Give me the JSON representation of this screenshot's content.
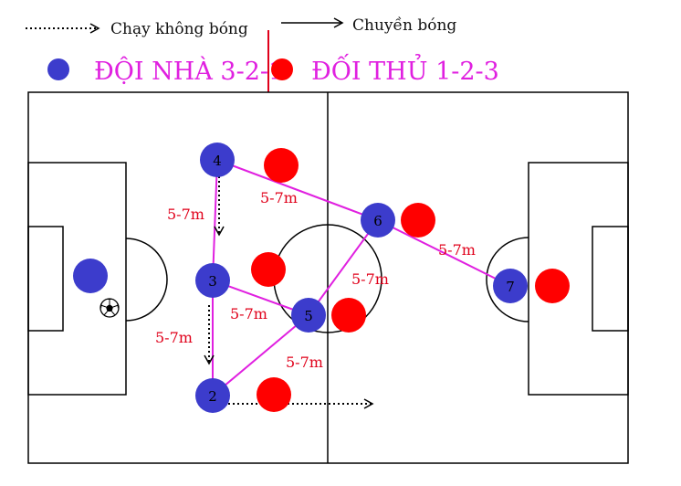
{
  "legend": {
    "run_label": "Chạy không bóng",
    "pass_label": "Chuyền bóng"
  },
  "teams": {
    "home_label": "ĐỘI NHÀ 3-2-1",
    "away_label": "ĐỐI THỦ 1-2-3",
    "home_color": "#3c3ccc",
    "away_color": "#ff0000",
    "pass_color": "#e020e0",
    "distance_color": "#e0001a"
  },
  "players": {
    "p4": "4",
    "p3": "3",
    "p2": "2",
    "p5": "5",
    "p6": "6",
    "p7": "7"
  },
  "distances": {
    "d4_6": "5-7m",
    "d4_3": "5-7m",
    "d3_5": "5-7m",
    "d3_2": "5-7m",
    "d2_5": "5-7m",
    "d5_6": "5-7m",
    "d6_7": "5-7m"
  },
  "ball_icon": "soccer-ball-icon"
}
